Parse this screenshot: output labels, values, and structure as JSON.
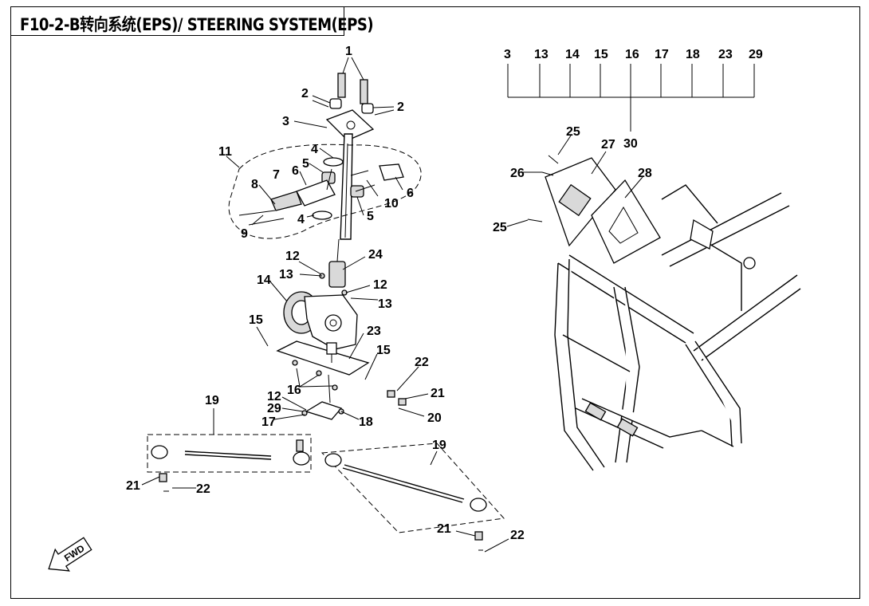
{
  "title": "F10-2-B转向系统(EPS)/ STEERING SYSTEM(EPS)",
  "fwd_label": "FWD",
  "legend_group": {
    "items": [
      "3",
      "13",
      "14",
      "15",
      "16",
      "17",
      "18",
      "23",
      "29"
    ],
    "result": "30"
  },
  "callouts": {
    "c1": "1",
    "c2a": "2",
    "c2b": "2",
    "c3": "3",
    "c4a": "4",
    "c4b": "4",
    "c5a": "5",
    "c5b": "5",
    "c6a": "6",
    "c6b": "6",
    "c7": "7",
    "c8": "8",
    "c9": "9",
    "c10": "10",
    "c11": "11",
    "c12a": "12",
    "c12b": "12",
    "c12c": "12",
    "c13a": "13",
    "c13b": "13",
    "c14": "14",
    "c15a": "15",
    "c15b": "15",
    "c16": "16",
    "c17": "17",
    "c18": "18",
    "c19a": "19",
    "c19b": "19",
    "c20": "20",
    "c21a": "21",
    "c21b": "21",
    "c21c": "21",
    "c22a": "22",
    "c22b": "22",
    "c22c": "22",
    "c23": "23",
    "c24": "24",
    "c25a": "25",
    "c25b": "25",
    "c26": "26",
    "c27": "27",
    "c28": "28",
    "c29": "29"
  }
}
